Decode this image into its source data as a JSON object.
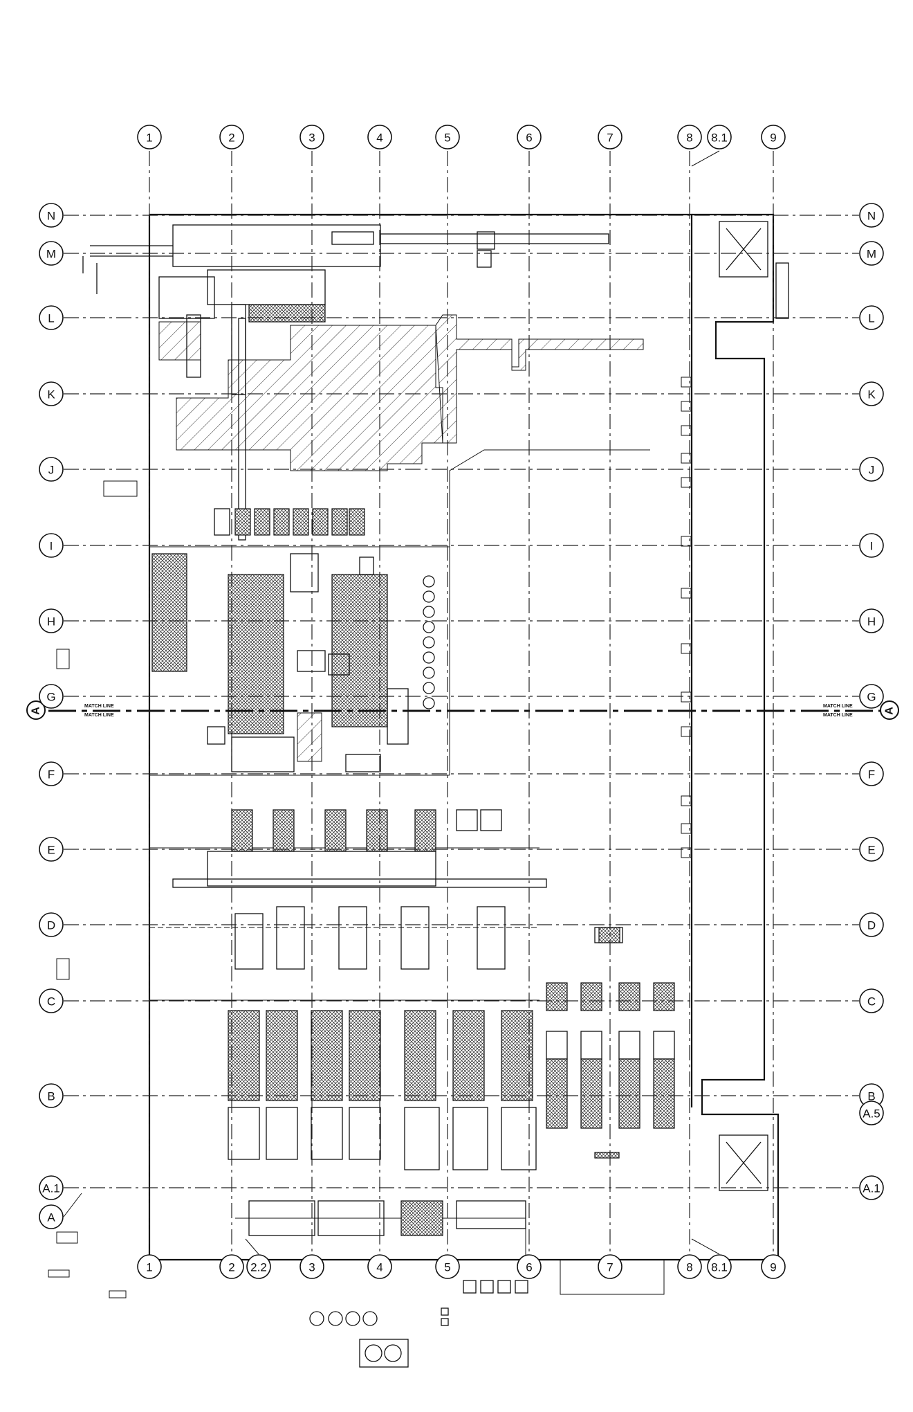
{
  "columns": {
    "top": [
      "1",
      "2",
      "3",
      "4",
      "5",
      "6",
      "7",
      "8",
      "8.1",
      "9"
    ],
    "bottom": [
      "1",
      "2",
      "2.2",
      "3",
      "4",
      "5",
      "6",
      "7",
      "8",
      "8.1",
      "9"
    ]
  },
  "rows": {
    "left": [
      "N",
      "M",
      "L",
      "K",
      "J",
      "I",
      "H",
      "G",
      "F",
      "E",
      "D",
      "C",
      "B",
      "A.1",
      "A"
    ],
    "right": [
      "N",
      "M",
      "L",
      "K",
      "J",
      "I",
      "H",
      "G",
      "F",
      "E",
      "D",
      "C",
      "B",
      "A.5",
      "A.1"
    ]
  },
  "match_line": {
    "label1": "MATCH LINE",
    "label2": "MATCH LINE",
    "section_mark": "A"
  }
}
